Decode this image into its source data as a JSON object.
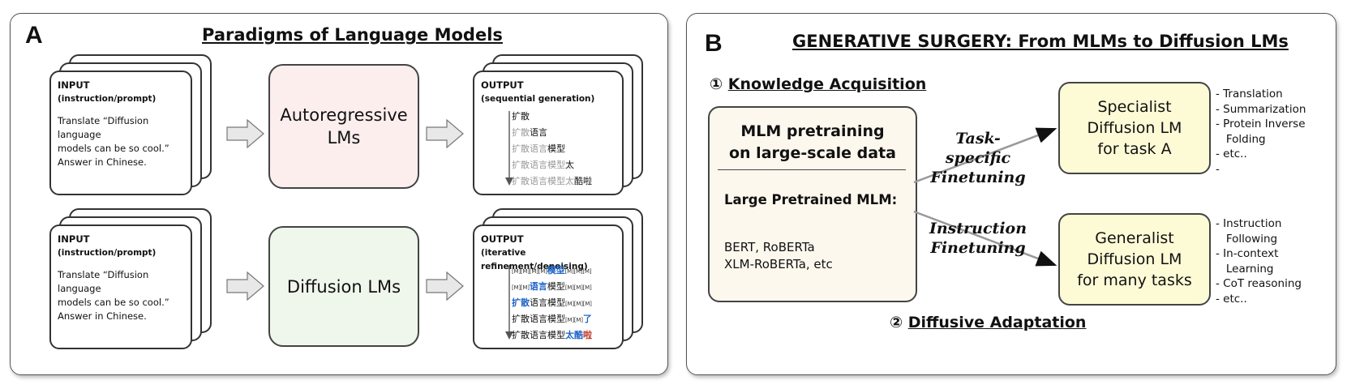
{
  "panel_a": {
    "letter": "A",
    "title": "Paradigms of Language Models",
    "input_top": {
      "heading": "INPUT",
      "subheading": "(instruction/prompt)",
      "lines": [
        "Translate “Diffusion language",
        "models can be so cool.”",
        "Answer in Chinese."
      ]
    },
    "input_bottom": {
      "heading": "INPUT",
      "subheading": "(instruction/prompt)",
      "lines": [
        "Translate “Diffusion language",
        "models can be so cool.”",
        "Answer in Chinese."
      ]
    },
    "model_top": [
      "Autoregressive",
      "LMs"
    ],
    "model_bottom": "Diffusion LMs",
    "output_top": {
      "heading": "OUTPUT",
      "subheading": "(sequential generation)",
      "steps": [
        {
          "prev": "",
          "new": "扩散"
        },
        {
          "prev": "扩散",
          "new": "语言"
        },
        {
          "prev": "扩散语言",
          "new": "模型"
        },
        {
          "prev": "扩散语言模型",
          "new": "太"
        },
        {
          "prev": "扩散语言模型太",
          "new": "酷啦"
        }
      ]
    },
    "output_bottom": {
      "heading": "OUTPUT",
      "subheading": "(iterative refinement/denoising)",
      "row1": {
        "m1": "[M][M][M][M]",
        "b": "模型",
        "m2": "[M][M][M]"
      },
      "row2": {
        "m1": "[M][M]",
        "b": "语言",
        "t": "模型",
        "m2": "[M][M][M]"
      },
      "row3": {
        "b": "扩散",
        "t": "语言模型",
        "m2": "[M][M][M]"
      },
      "row4": {
        "t": "扩散语言模型",
        "m2": "[M][M]",
        "b": "了"
      },
      "row5": {
        "t": "扩散语言模型",
        "b": "太酷",
        "r": "啦"
      }
    },
    "colors": {
      "ar_box": "#fdeeee",
      "diff_box": "#eff7ec",
      "arrow_fill": "#e8e8e8"
    }
  },
  "panel_b": {
    "letter": "B",
    "title": "GENERATIVE SURGERY: From MLMs to Diffusion LMs",
    "step1": {
      "num": "①",
      "label": "Knowledge Acquisition"
    },
    "step2": {
      "num": "②",
      "label": "Diffusive Adaptation"
    },
    "mlm_box": {
      "title1": "MLM pretraining",
      "title2": "on large-scale data",
      "subtitle": "Large Pretrained MLM:",
      "line1": "BERT, RoBERTa",
      "line2": "XLM-RoBERTa, etc"
    },
    "edge_top": [
      "Task-specific",
      "Finetuning"
    ],
    "edge_bottom": [
      "Instruction",
      "Finetuning"
    ],
    "specialist": [
      "Specialist",
      "Diffusion LM",
      "for task A"
    ],
    "generalist": [
      "Generalist",
      "Diffusion LM",
      "for many tasks"
    ],
    "specialist_bullets": "- Translation\n- Summarization\n- Protein Inverse\n   Folding\n- etc..\n-",
    "generalist_bullets": "- Instruction\n   Following\n- In-context\n   Learning\n- CoT reasoning\n- etc..",
    "colors": {
      "result_box": "#fdfbd6",
      "mlm_box": "#fdf8ee"
    }
  }
}
